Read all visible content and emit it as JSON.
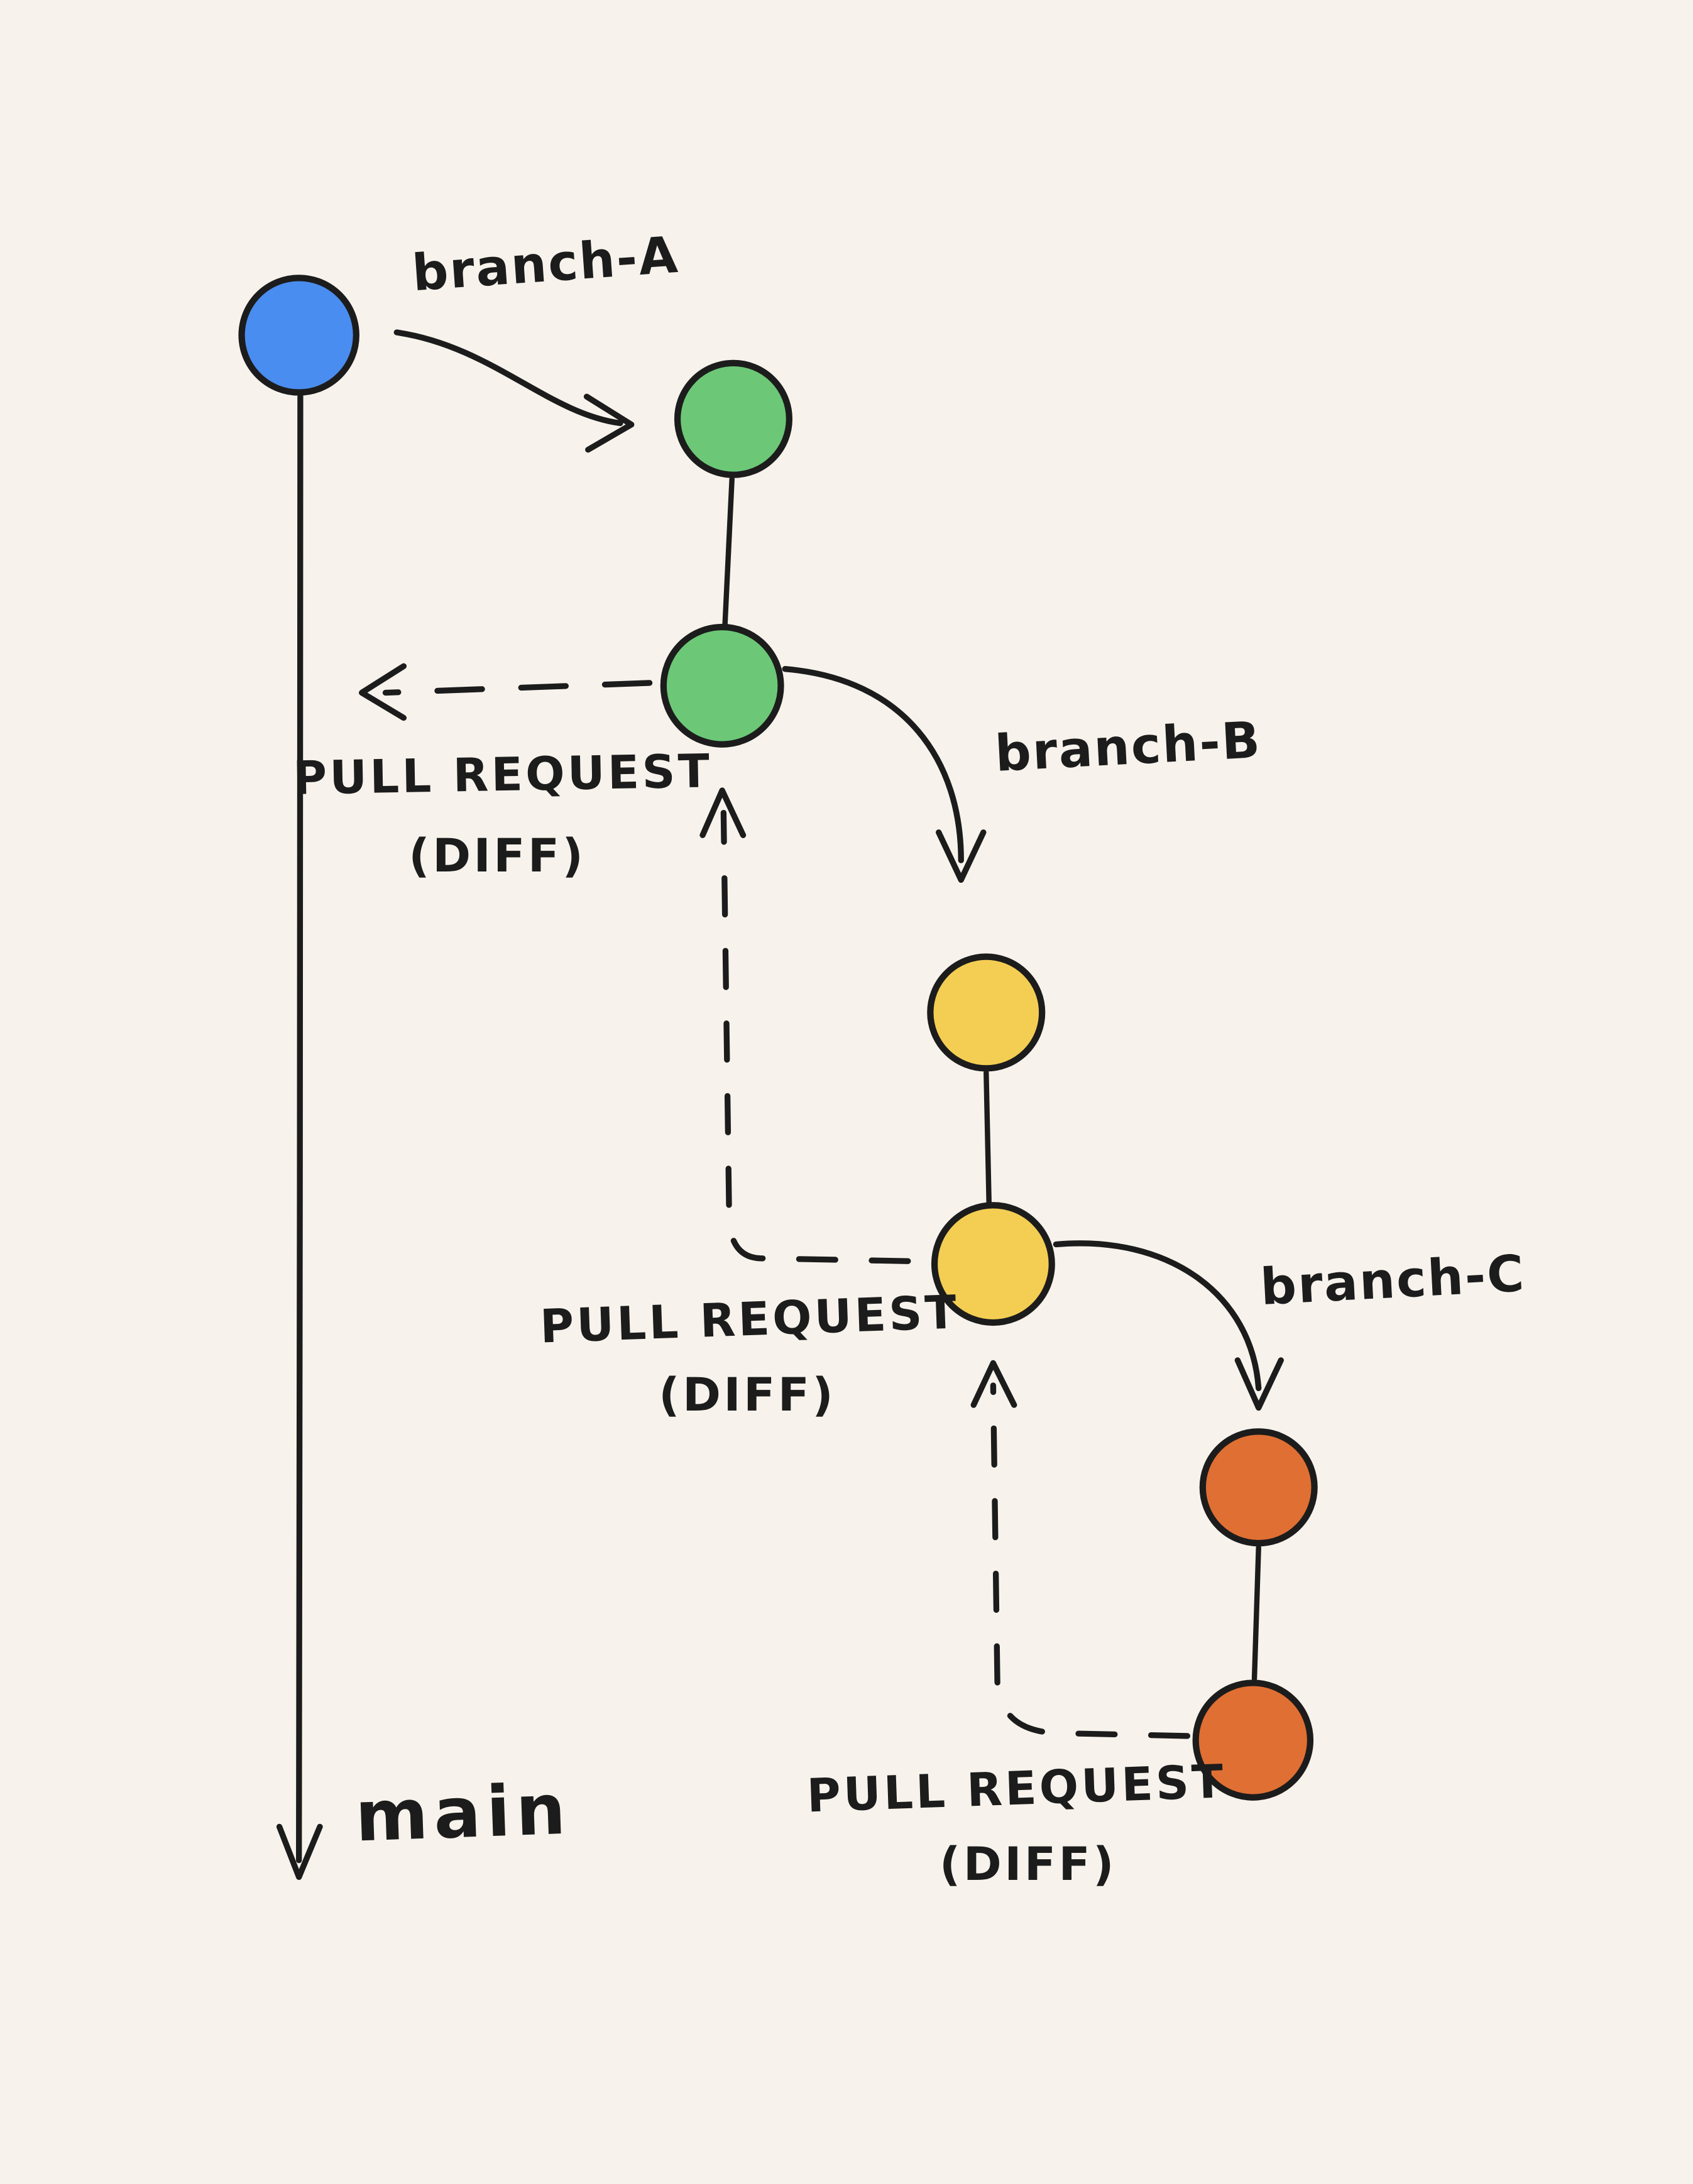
{
  "background": "#f7f3ec",
  "ink": "#1c1c1c",
  "colors": {
    "main_commit": "#4a8df0",
    "branch_a_commit": "#6cc877",
    "branch_b_commit": "#f4ce53",
    "branch_c_commit": "#e06f33"
  },
  "labels": {
    "branch_a": "branch-A",
    "branch_b": "branch-B",
    "branch_c": "branch-C",
    "main": "main",
    "pull_request": "PULL REQUEST",
    "diff": "(DIFF)"
  },
  "nodes": [
    {
      "id": "main-1",
      "branch": "main",
      "color_ref": "main_commit"
    },
    {
      "id": "branch-a-1",
      "branch": "branch-A",
      "color_ref": "branch_a_commit"
    },
    {
      "id": "branch-a-2",
      "branch": "branch-A",
      "color_ref": "branch_a_commit"
    },
    {
      "id": "branch-b-1",
      "branch": "branch-B",
      "color_ref": "branch_b_commit"
    },
    {
      "id": "branch-b-2",
      "branch": "branch-B",
      "color_ref": "branch_b_commit"
    },
    {
      "id": "branch-c-1",
      "branch": "branch-C",
      "color_ref": "branch_c_commit"
    },
    {
      "id": "branch-c-2",
      "branch": "branch-C",
      "color_ref": "branch_c_commit"
    }
  ],
  "edges": [
    {
      "from": "main-1",
      "to": "branch-a-1",
      "type": "branch",
      "label": "branch-A"
    },
    {
      "from": "branch-a-1",
      "to": "branch-a-2",
      "type": "commit-link",
      "label": ""
    },
    {
      "from": "branch-a-2",
      "to": "main-1",
      "type": "pull-request",
      "label": "PULL REQUEST (DIFF)"
    },
    {
      "from": "branch-a-2",
      "to": "branch-b-1",
      "type": "branch",
      "label": "branch-B"
    },
    {
      "from": "branch-b-1",
      "to": "branch-b-2",
      "type": "commit-link",
      "label": ""
    },
    {
      "from": "branch-b-2",
      "to": "branch-a-2",
      "type": "pull-request",
      "label": "PULL REQUEST (DIFF)"
    },
    {
      "from": "branch-b-2",
      "to": "branch-c-1",
      "type": "branch",
      "label": "branch-C"
    },
    {
      "from": "branch-c-1",
      "to": "branch-c-2",
      "type": "commit-link",
      "label": ""
    },
    {
      "from": "branch-c-2",
      "to": "branch-b-2",
      "type": "pull-request",
      "label": "PULL REQUEST (DIFF)"
    }
  ]
}
